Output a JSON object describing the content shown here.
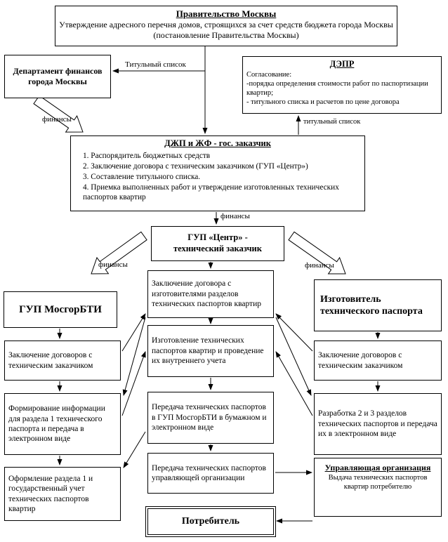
{
  "labels": {
    "titulny_spisok_top": "Титульный список",
    "titulny_spisok_right": "титульный список",
    "finansy": [
      "финансы",
      "финансы",
      "финансы",
      "финансы"
    ]
  },
  "boxes": {
    "government": {
      "title": "Правительство Москвы",
      "body": "Утверждение адресного перечня домов, строящихся за счет средств бюджета города Москвы (постановление Правительства Москвы)"
    },
    "finance_dept": {
      "title": "Департамент финансов города Москвы"
    },
    "depr": {
      "title": "ДЭПР",
      "intro": "Согласование:",
      "item1": "-порядка определения стоимости работ по паспортизации квартир;",
      "item2": "- титульного списка и расчетов по цене договора"
    },
    "dzhp": {
      "title": "ДЖП и ЖФ  - гос. заказчик",
      "items": [
        "1. Распорядитель бюджетных средств",
        "2. Заключение договора с техническим заказчиком (ГУП «Центр»)",
        "3. Составление титульного списка.",
        "4. Приемка выполненных работ и утверждение изготовленных технических паспортов квартир"
      ]
    },
    "gup_center": {
      "line1": "ГУП «Центр» -",
      "line2": "технический заказчик"
    },
    "mosgorbti": {
      "title": "ГУП МосгорБТИ"
    },
    "manufacturer": {
      "title": "Изготовитель технического паспорта"
    },
    "left1": {
      "text": "Заключение договоров с техническим заказчиком"
    },
    "left2": {
      "text": "Формирование информации для  раздела 1 технического паспорта и передача в электронном виде"
    },
    "left3": {
      "text": "Оформление раздела 1 и государственный учет технических паспортов квартир"
    },
    "center1": {
      "text": "Заключение договора с изготовителями разделов технических паспортов квартир"
    },
    "center2": {
      "text": "Изготовление технических паспортов квартир  и проведение их внутреннего учета"
    },
    "center3": {
      "text": "Передача технических паспортов в ГУП МосгорБТИ в бумажном и электронном виде"
    },
    "center4": {
      "text": "Передача технических паспортов управляющей организации"
    },
    "right1": {
      "text": "Заключение договоров с техническим заказчиком"
    },
    "right2": {
      "text": "Разработка 2 и 3 разделов технических паспортов и передача их в электронном виде"
    },
    "managing_org": {
      "title": "Управляющая организация",
      "body": "Выдача технических паспортов квартир потребителю"
    },
    "consumer": {
      "title": "Потребитель"
    }
  }
}
